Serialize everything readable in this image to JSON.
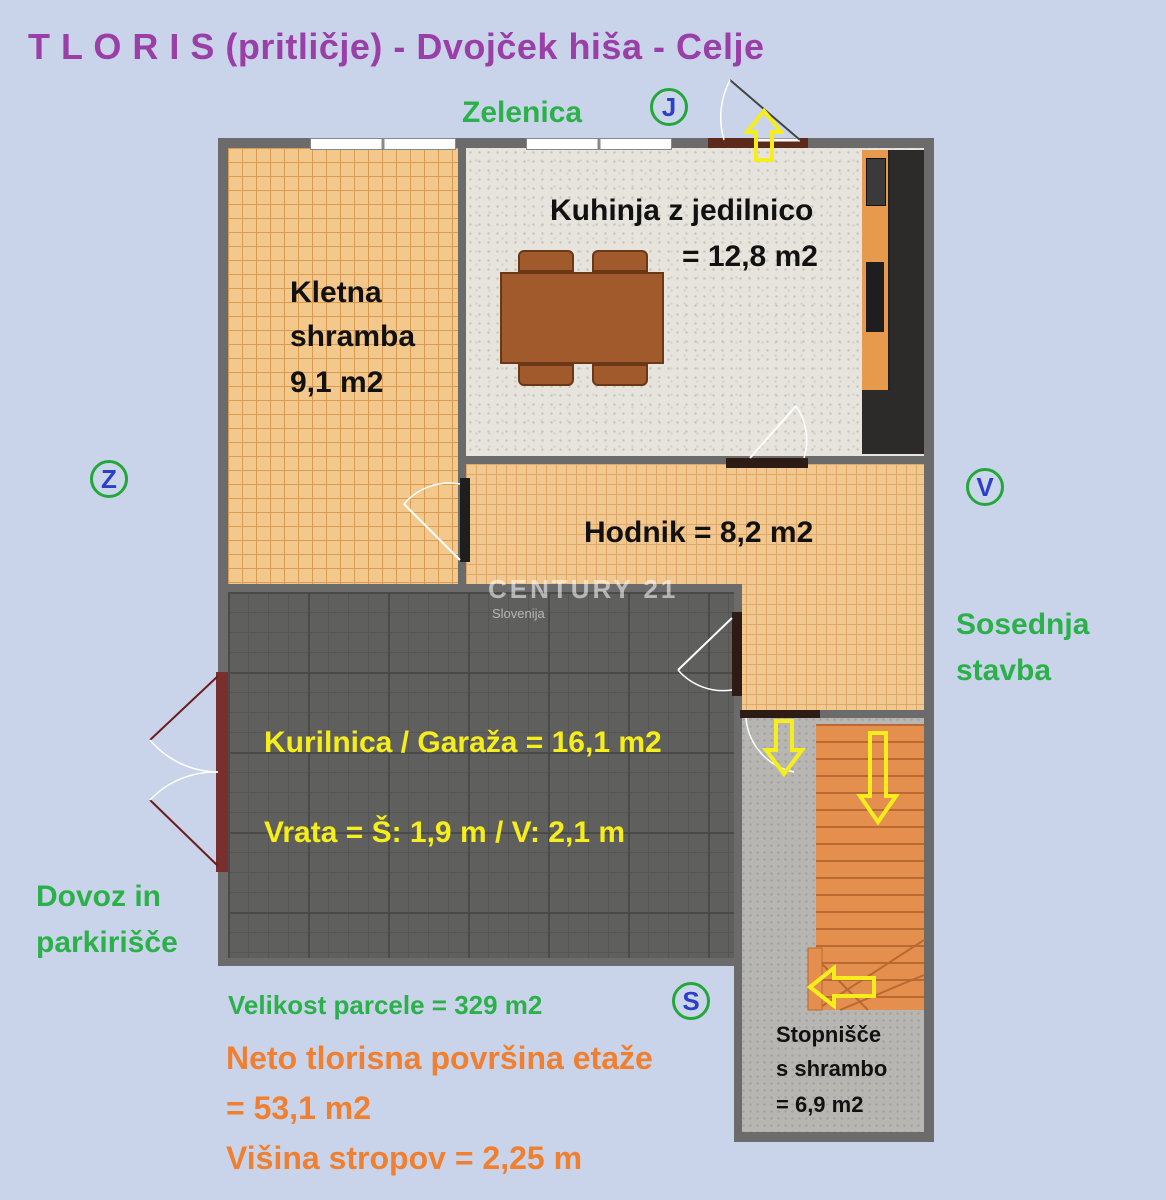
{
  "title": "T L O R I S (pritličje) - Dvojček hiša - Celje",
  "compass": {
    "north": "J",
    "west": "Z",
    "east": "V",
    "south": "S"
  },
  "surroundings": {
    "top": "Zelenica",
    "right_line1": "Sosednja",
    "right_line2": "stavba",
    "left_line1": "Dovoz in",
    "left_line2": "parkirišče"
  },
  "rooms": {
    "kletna_line1": "Kletna",
    "kletna_line2": "shramba",
    "kletna_line3": "9,1 m2",
    "kuhinja_line1": "Kuhinja z jedilnico",
    "kuhinja_line2": "= 12,8 m2",
    "hodnik": "Hodnik = 8,2 m2",
    "garaza_line1": "Kurilnica / Garaža = 16,1 m2",
    "garaza_line2": "Vrata = Š: 1,9 m / V: 2,1 m",
    "stopnisce_line1": "Stopnišče",
    "stopnisce_line2": "s shrambo",
    "stopnisce_line3": "= 6,9 m2"
  },
  "watermark": {
    "brand": "CENTURY 21",
    "sub": "Slovenija"
  },
  "summary": {
    "parcela": "Velikost parcele = 329 m2",
    "neto_line1": "Neto tlorisna površina etaže",
    "neto_line2": "= 53,1 m2",
    "visina": "Višina stropov = 2,25 m"
  },
  "colors": {
    "title": "#9a3fa8",
    "green": "#2bb04a",
    "orange": "#f07f2f",
    "yellow": "#f5ee1c",
    "arrow": "#f5ee1c"
  }
}
